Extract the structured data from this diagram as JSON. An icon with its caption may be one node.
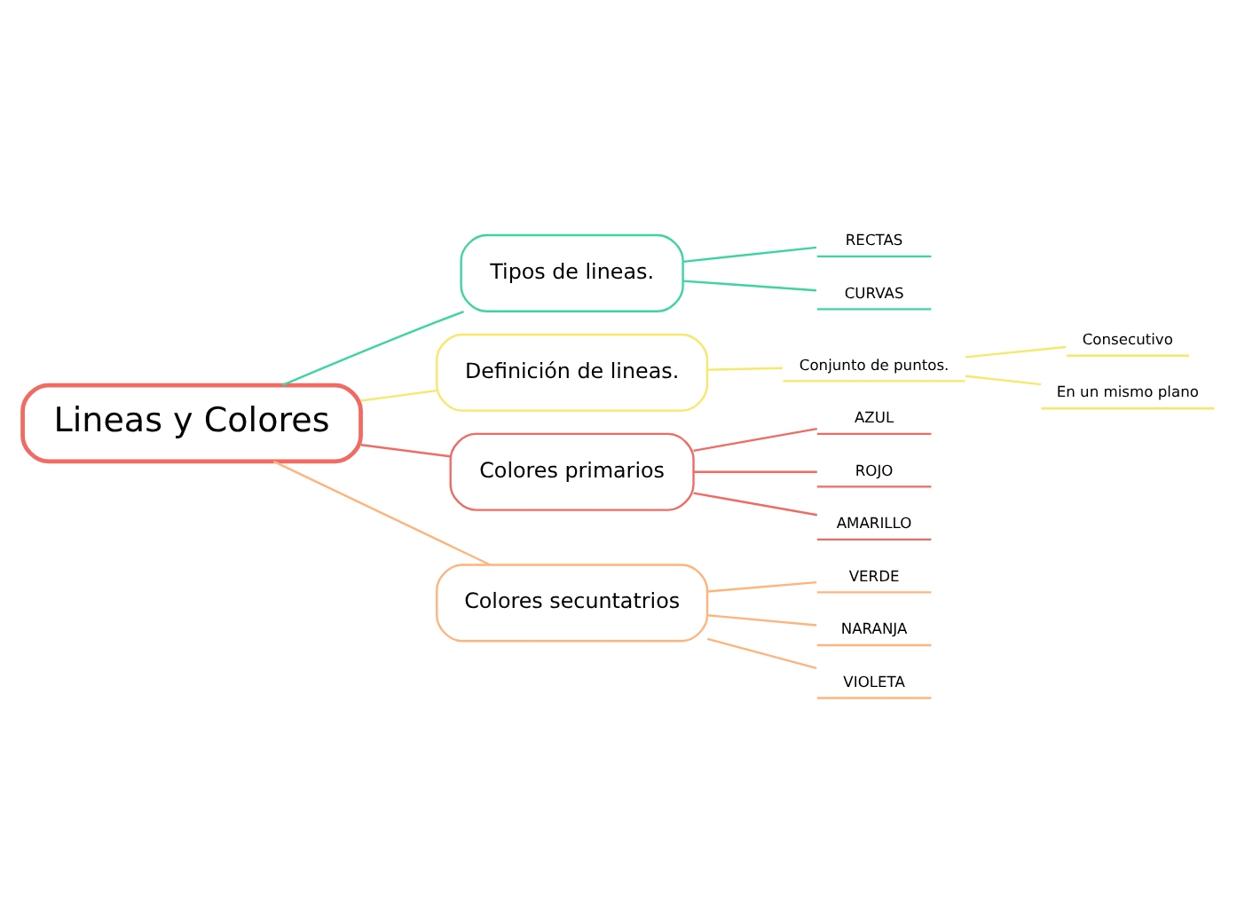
{
  "diagram": {
    "nodes": [
      {
        "text": [
          "Lineas y Colores"
        ]
      },
      {
        "text": [
          "Tipos de lineas."
        ]
      },
      {
        "text": [
          "RECTAS"
        ]
      },
      {
        "text": [
          "CURVAS"
        ]
      },
      {
        "text": [
          "Definición de lineas."
        ]
      },
      {
        "text": [
          "Conjunto de puntos."
        ]
      },
      {
        "text": [
          "Consecutivo"
        ]
      },
      {
        "text": [
          "En un mismo plano"
        ]
      },
      {
        "text": [
          "Colores primarios"
        ]
      },
      {
        "text": [
          "AZUL"
        ]
      },
      {
        "text": [
          "ROJO"
        ]
      },
      {
        "text": [
          "AMARILLO"
        ]
      },
      {
        "text": [
          "Colores secuntatrios"
        ]
      },
      {
        "text": [
          "VERDE"
        ]
      },
      {
        "text": [
          "NARANJA"
        ]
      },
      {
        "text": [
          "VIOLETA"
        ]
      }
    ],
    "edges": [
      {
        "from": 0,
        "to": 1,
        "arrow": "none",
        "color": "#3dd4a4"
      },
      {
        "from": 1,
        "to": 2,
        "arrow": "none",
        "color": "#3dd4a4"
      },
      {
        "from": 1,
        "to": 3,
        "arrow": "none",
        "color": "#3dd4a4"
      },
      {
        "from": 0,
        "to": 4,
        "arrow": "none",
        "color": "#f7e86a"
      },
      {
        "from": 4,
        "to": 5,
        "arrow": "none",
        "color": "#f7e86a"
      },
      {
        "from": 5,
        "to": 6,
        "arrow": "none",
        "color": "#f7e86a"
      },
      {
        "from": 5,
        "to": 7,
        "arrow": "none",
        "color": "#f7e86a"
      },
      {
        "from": 0,
        "to": 8,
        "arrow": "none",
        "color": "#f26b63"
      },
      {
        "from": 8,
        "to": 9,
        "arrow": "none",
        "color": "#f26b63"
      },
      {
        "from": 8,
        "to": 10,
        "arrow": "none",
        "color": "#f26b63"
      },
      {
        "from": 8,
        "to": 11,
        "arrow": "none",
        "color": "#f26b63"
      },
      {
        "from": 0,
        "to": 12,
        "arrow": "none",
        "color": "#ffb47c"
      },
      {
        "from": 12,
        "to": 13,
        "arrow": "none",
        "color": "#ffb47c"
      },
      {
        "from": 12,
        "to": 14,
        "arrow": "none",
        "color": "#ffb47c"
      },
      {
        "from": 12,
        "to": 15,
        "arrow": "none",
        "color": "#ffb47c"
      }
    ]
  }
}
